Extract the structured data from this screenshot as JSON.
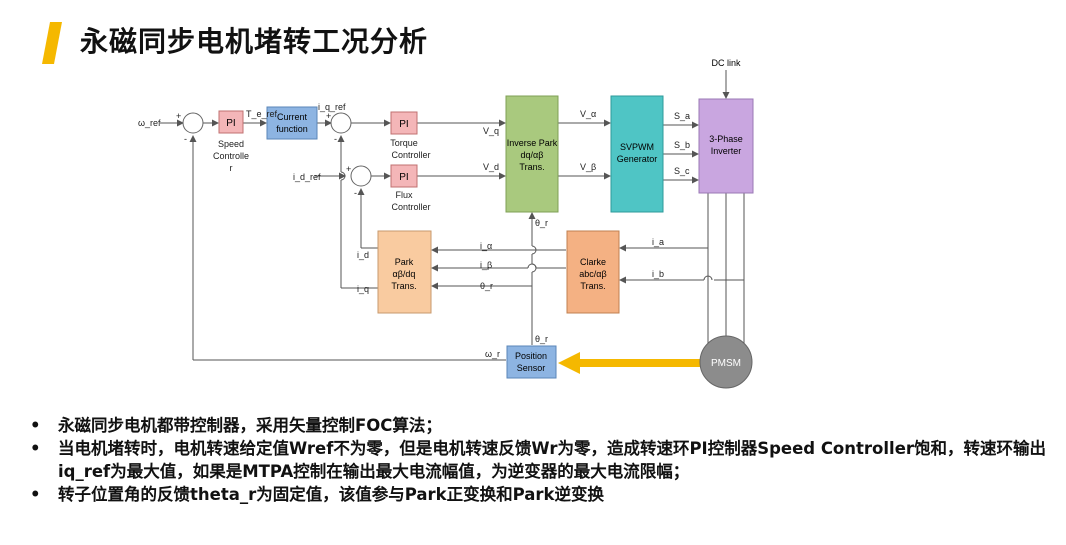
{
  "title": "永磁同步电机堵转工况分析",
  "colors": {
    "accent": "#F5B800",
    "pi_block": "#F4B6B8",
    "current_function": "#8DB4E2",
    "inverse_park": "#A9C97E",
    "svpwm": "#4FC5C5",
    "inverter": "#C9A6E0",
    "park_clarke": "#F9CBA0",
    "clarke": "#F4B183",
    "position_sensor": "#8DB4E2",
    "pmsm": "#8C8C8C",
    "arrow_orange": "#F5B800"
  },
  "diagram": {
    "inputs": {
      "omega_ref": "ω_ref",
      "id_ref": "i_d_ref"
    },
    "blocks": {
      "pi_speed": "PI",
      "speed_controller_label": [
        "Speed",
        "Controlle",
        "r"
      ],
      "current_function": [
        "Current",
        "function"
      ],
      "pi_torque": "PI",
      "torque_controller_label": [
        "Torque",
        "Controller"
      ],
      "pi_flux": "PI",
      "flux_controller_label": [
        "Flux",
        "Controller"
      ],
      "inverse_park": [
        "Inverse Park",
        "dq/αβ",
        "Trans."
      ],
      "svpwm": [
        "SVPWM",
        "Generator"
      ],
      "inverter": [
        "3-Phase",
        "Inverter"
      ],
      "park": [
        "Park",
        "αβ/dq",
        "Trans."
      ],
      "clarke": [
        "Clarke",
        "abc/αβ",
        "Trans."
      ],
      "position_sensor": [
        "Position",
        "Sensor"
      ],
      "pmsm": "PMSM",
      "dc_link": "DC link"
    },
    "signals": {
      "te_ref": "T_e_ref",
      "iq_ref": "i_q_ref",
      "vq": "V_q",
      "vd": "V_d",
      "v_alpha": "V_α",
      "v_beta": "V_β",
      "sa": "S_a",
      "sb": "S_b",
      "sc": "S_c",
      "theta_r": "θ_r",
      "i_alpha": "i_α",
      "i_beta": "i_β",
      "i_a": "i_a",
      "i_b": "i_b",
      "i_d": "i_d",
      "i_q": "i_q",
      "omega_r": "ω_r",
      "plus": "+",
      "minus": "-"
    }
  },
  "bullets": [
    "永磁同步电机都带控制器，采用矢量控制FOC算法；",
    "当电机堵转时，电机转速给定值Wref不为零，但是电机转速反馈Wr为零，造成转速环PI控制器Speed Controller饱和，转速环输出iq_ref为最大值，如果是MTPA控制在输出最大电流幅值，为逆变器的最大电流限幅；",
    "转子位置角的反馈theta_r为固定值，该值参与Park正变换和Park逆变换"
  ],
  "bullet_marker": "•"
}
